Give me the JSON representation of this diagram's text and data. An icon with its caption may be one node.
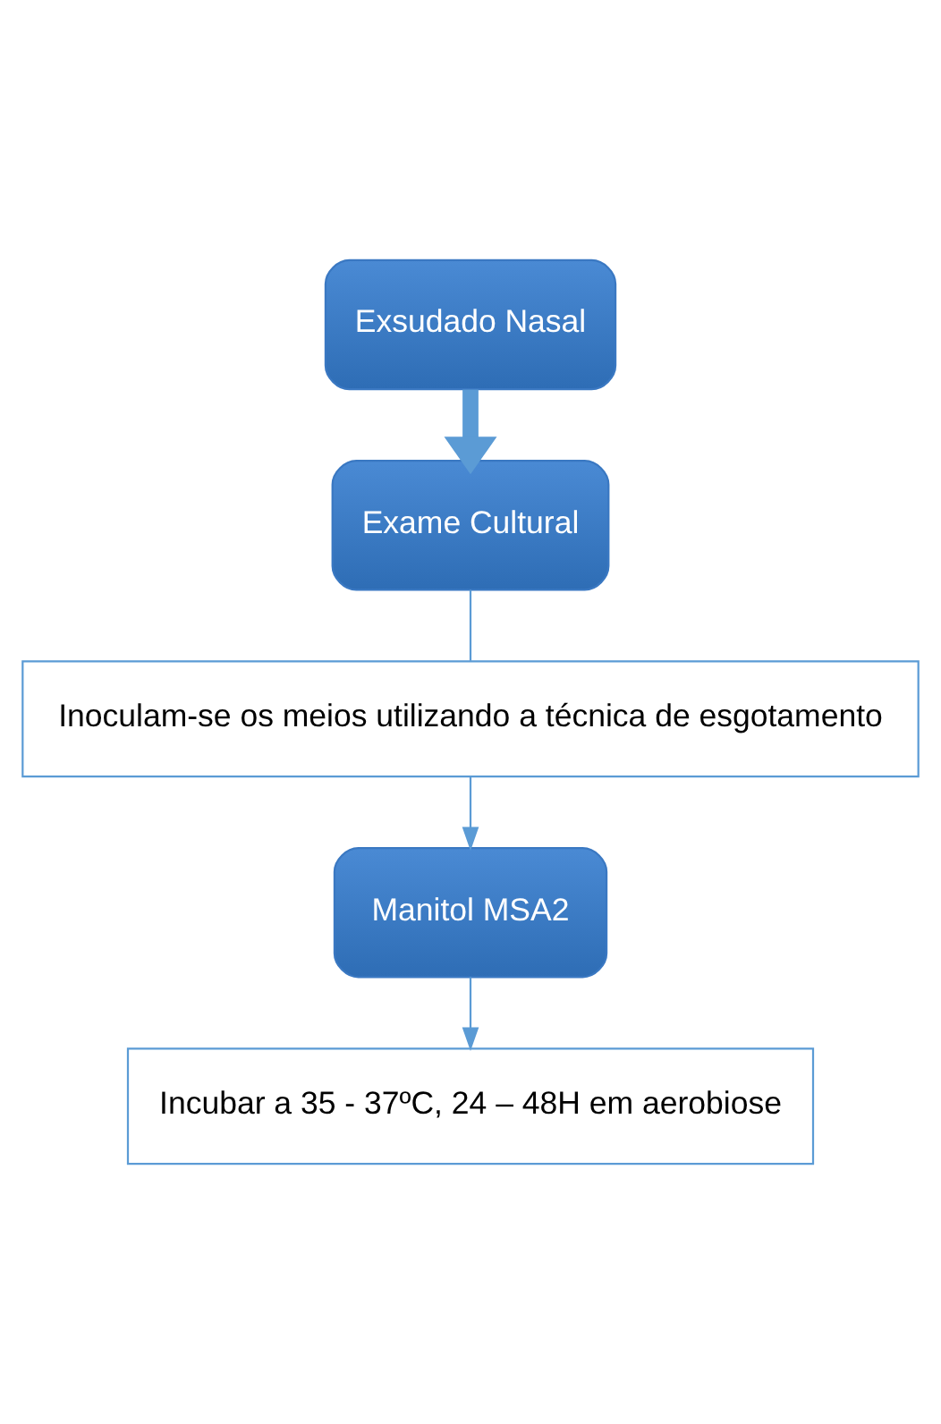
{
  "diagram": {
    "nodes": [
      {
        "text": [
          "Exsudado Nasal"
        ]
      },
      {
        "text": [
          "Exame Cultural"
        ]
      },
      {
        "text": [
          "Inoculam-se os meios utilizando a técnica de esgotamento"
        ]
      },
      {
        "text": [
          "Manitol MSA2"
        ]
      },
      {
        "text": [
          "Incubar a 35 - 37ºC, 24 – 48H em aerobiose"
        ]
      }
    ],
    "edges": [
      {
        "from": 0,
        "to": 1,
        "arrow": "to",
        "style": "thick"
      },
      {
        "from": 1,
        "to": 2,
        "arrow": "none"
      },
      {
        "from": 2,
        "to": 3,
        "arrow": "to"
      },
      {
        "from": 3,
        "to": 4,
        "arrow": "to"
      }
    ]
  }
}
